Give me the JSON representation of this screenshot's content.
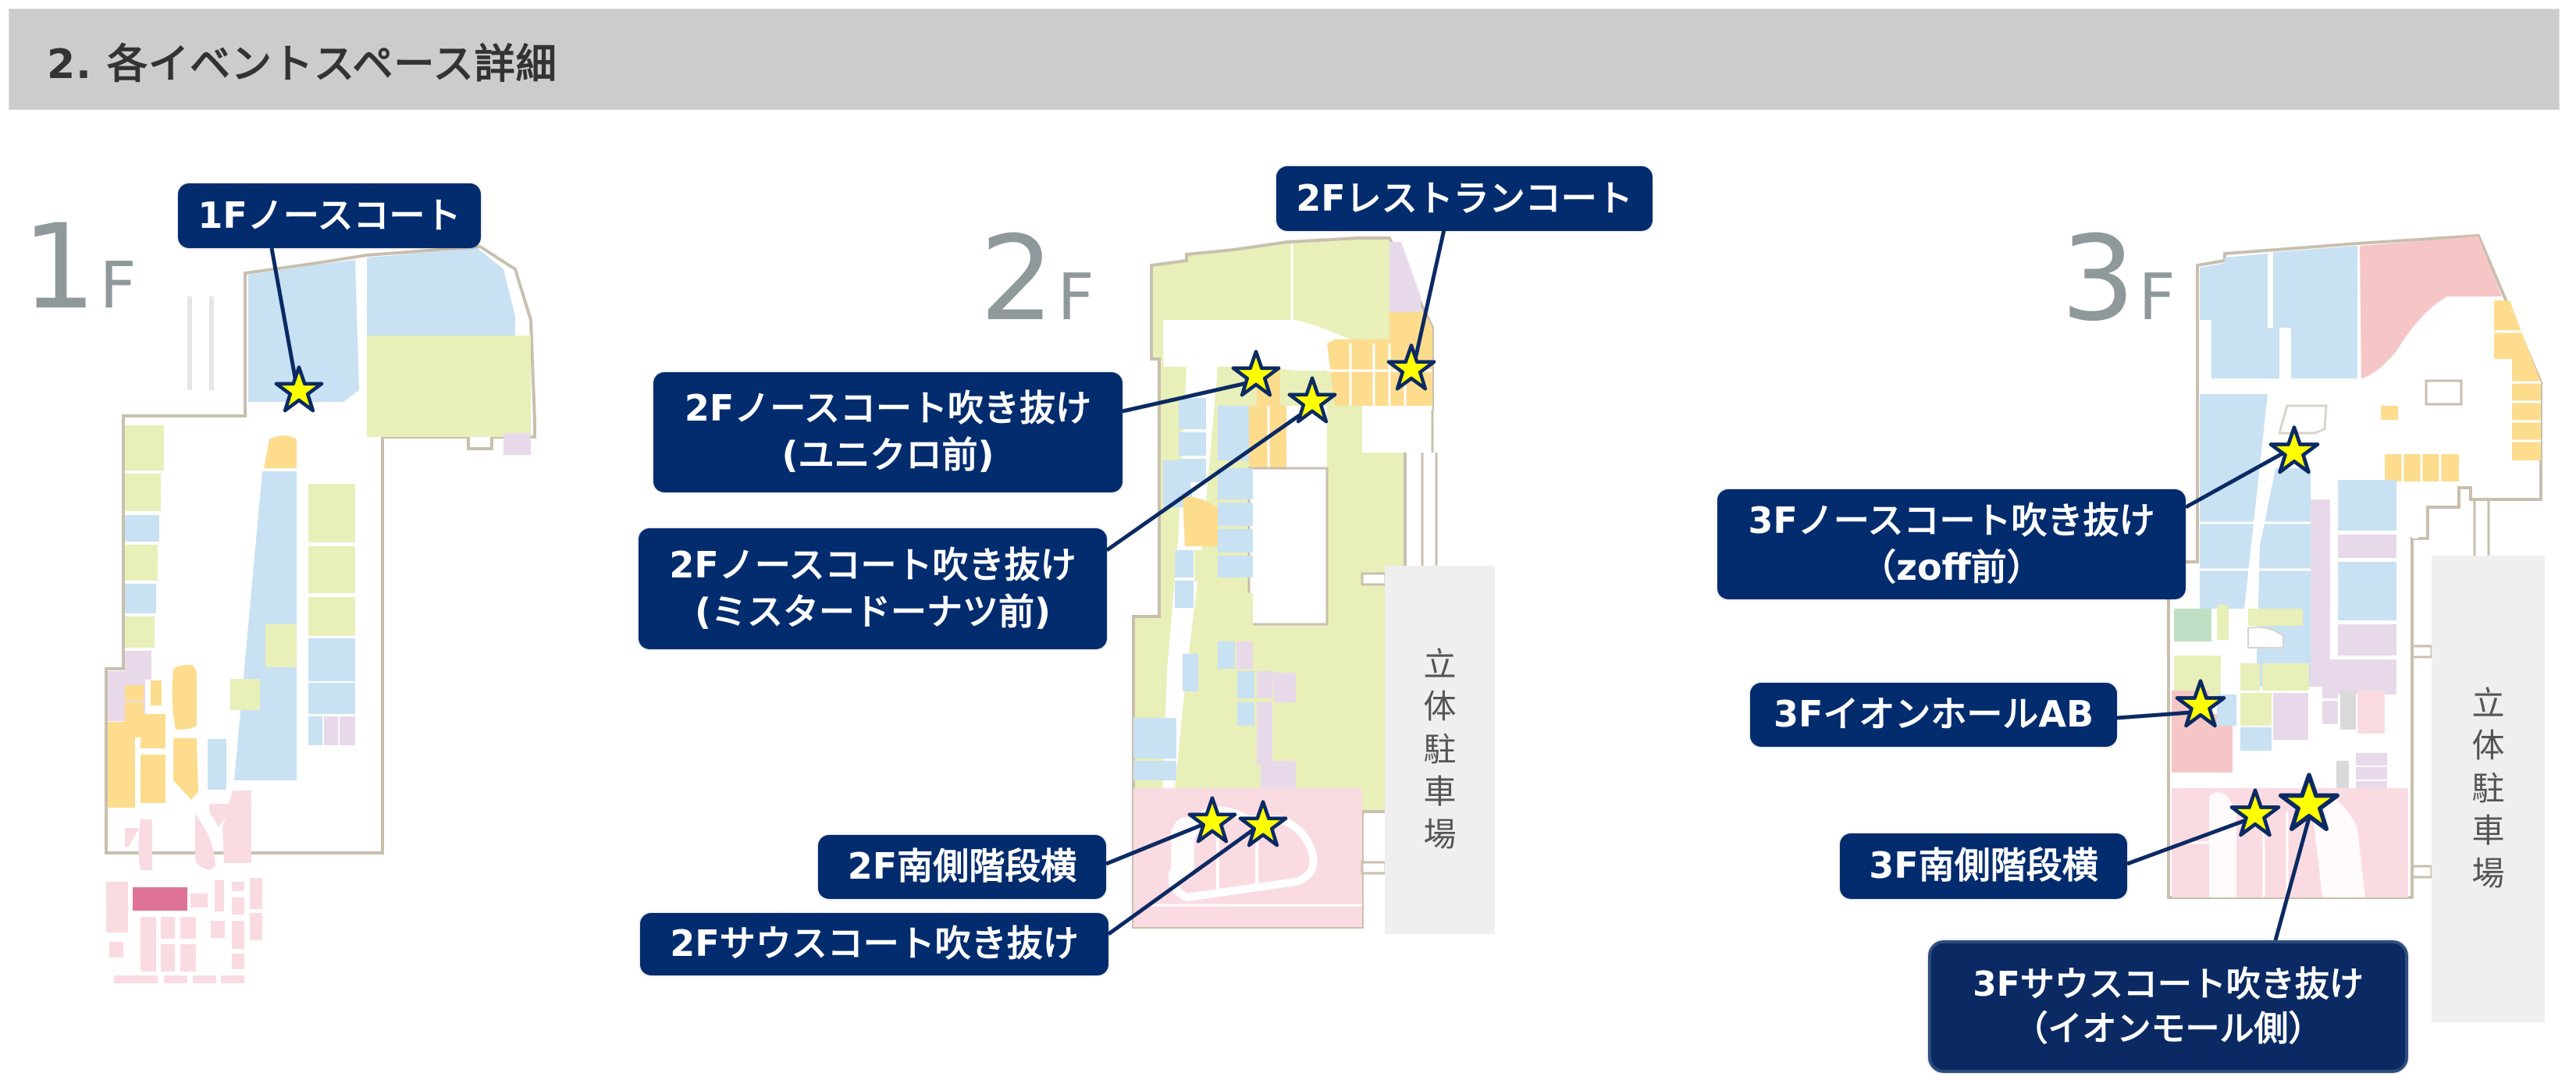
{
  "header": {
    "title": "2. 各イベントスペース詳細"
  },
  "floors": [
    {
      "id": "1F",
      "number": "1",
      "suffix": "F",
      "spots": [
        {
          "label_lines": [
            "1Fノースコート"
          ]
        }
      ]
    },
    {
      "id": "2F",
      "number": "2",
      "suffix": "F",
      "spots": [
        {
          "label_lines": [
            "2Fレストランコート"
          ]
        },
        {
          "label_lines": [
            "2Fノースコート吹き抜け",
            "(ユニクロ前)"
          ]
        },
        {
          "label_lines": [
            "2Fノースコート吹き抜け",
            "(ミスタードーナツ前)"
          ]
        },
        {
          "label_lines": [
            "2F南側階段横"
          ]
        },
        {
          "label_lines": [
            "2Fサウスコート吹き抜け"
          ]
        }
      ],
      "parking": {
        "chars": [
          "立",
          "体",
          "駐",
          "車",
          "場"
        ]
      }
    },
    {
      "id": "3F",
      "number": "3",
      "suffix": "F",
      "spots": [
        {
          "label_lines": [
            "3Fノースコート吹き抜け",
            "（zoff前）"
          ]
        },
        {
          "label_lines": [
            "3FイオンホールAB"
          ]
        },
        {
          "label_lines": [
            "3F南側階段横"
          ]
        },
        {
          "label_lines": [
            "3Fサウスコート吹き抜け",
            "（イオンモール側）"
          ]
        }
      ],
      "parking": {
        "chars": [
          "立",
          "体",
          "駐",
          "車",
          "場"
        ]
      }
    }
  ],
  "icons": {
    "spot_marker": "star-icon"
  },
  "colors": {
    "header_bg": "#cccccc",
    "label_bg": "#022c6e",
    "star_fill": "#ffff00",
    "star_stroke": "#0b2a63",
    "zone_blue": "#c8e1f3",
    "zone_green": "#e8efb8",
    "zone_orange": "#fddc8e",
    "zone_purple": "#e8d9ea",
    "zone_pink": "#fadbe2",
    "zone_red": "#f6c6c6",
    "zone_magenta": "#df7397",
    "parking_bg": "#efefef",
    "floor_number": "#8f999c",
    "outline": "#c9bfae"
  }
}
